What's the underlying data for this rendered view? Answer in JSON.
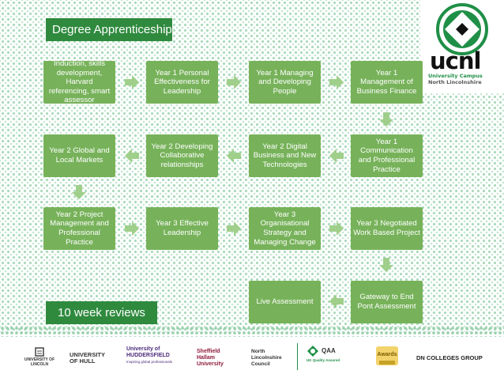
{
  "title": "Degree Apprenticeship",
  "reviews_label": "10 week reviews",
  "colors": {
    "box": "#77b25a",
    "arrow": "#9fcf8a",
    "dark_green": "#2f8a3e",
    "footer_band": "#9dd1b0"
  },
  "boxes": [
    "Induction, skills development, Harvard referencing, smart assessor",
    "Year 1 Personal Effectiveness for Leadership",
    "Year 1 Managing and Developing People",
    "Year 1 Management of Business Finance",
    "Year 1 Communication and Professional Practice",
    "Year 2 Digital Business and New Technologies",
    "Year  2 Developing Collaborative relationships",
    "Year 2 Global and Local Markets",
    "Year 2 Project Management and Professional Practice",
    "Year 3 Effective Leadership",
    "Year 3 Organisational Strategy and Managing Change",
    "Year 3 Negotiated Work Based Project",
    "Gateway to End Pont Assessment",
    "Live Assessment"
  ],
  "logo": {
    "wordmark": "ucnl",
    "line1": "University Campus",
    "line2": "North Lincolnshire"
  },
  "footer_logos": {
    "lincoln": "UNIVERSITY OF LINCOLN",
    "hull": "UNIVERSITY OF HULL",
    "huddersfield": "University of HUDDERSFIELD",
    "huddersfield_tag": "Inspiring global professionals",
    "sheffield": "Sheffield Hallam University",
    "nlc": "North Lincolnshire Council",
    "qaa": "QAA",
    "qaa_tag": "UK Quality Assured",
    "awards": "Awards",
    "dn": "DN COLLEGES GROUP"
  }
}
